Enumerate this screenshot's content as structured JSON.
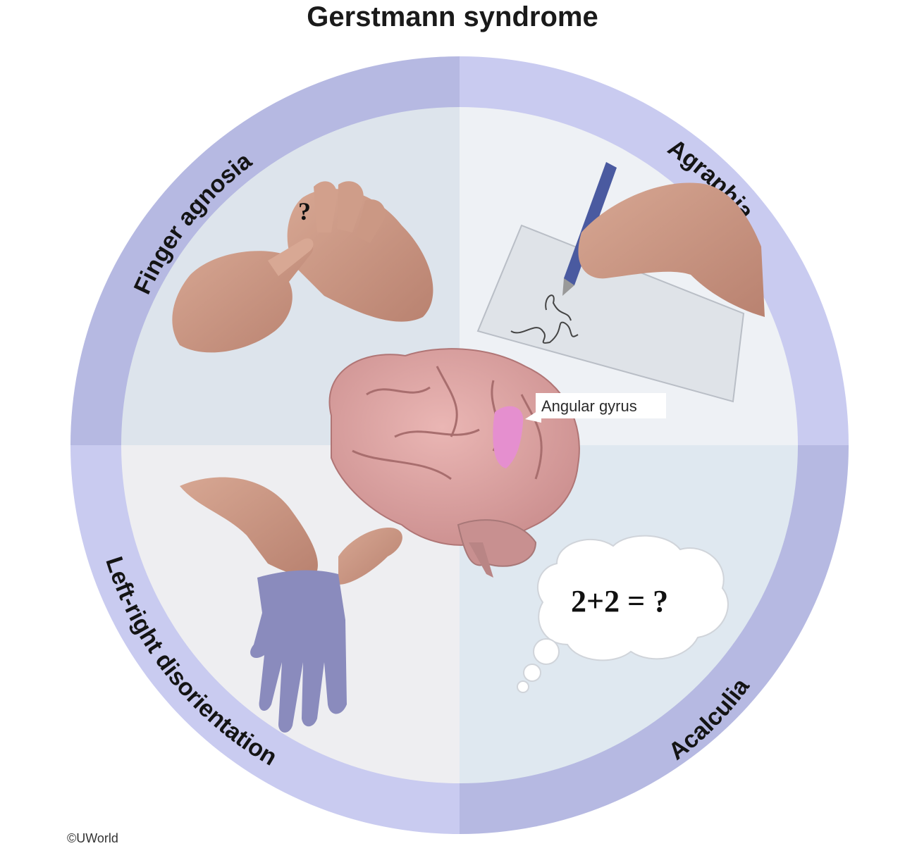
{
  "title": "Gerstmann syndrome",
  "quadrants": {
    "finger_agnosia": {
      "label": "Finger agnosia",
      "question_mark": "?"
    },
    "agraphia": {
      "label": "Agraphia"
    },
    "left_right": {
      "label": "Left-right disorientation"
    },
    "acalculia": {
      "label": "Acalculia",
      "thought": "2+2 = ?"
    }
  },
  "brain_callout": "Angular gyrus",
  "copyright": "©UWorld",
  "colors": {
    "ring_dark": "#b6b9e2",
    "ring_light": "#c9cbf0",
    "quad_tl": "#dde4ec",
    "quad_tr": "#eef1f5",
    "quad_bl": "#eeeef1",
    "quad_br": "#dfe8f0",
    "angular_gyrus": "#e58fcf",
    "glove": "#8a8bbd"
  }
}
